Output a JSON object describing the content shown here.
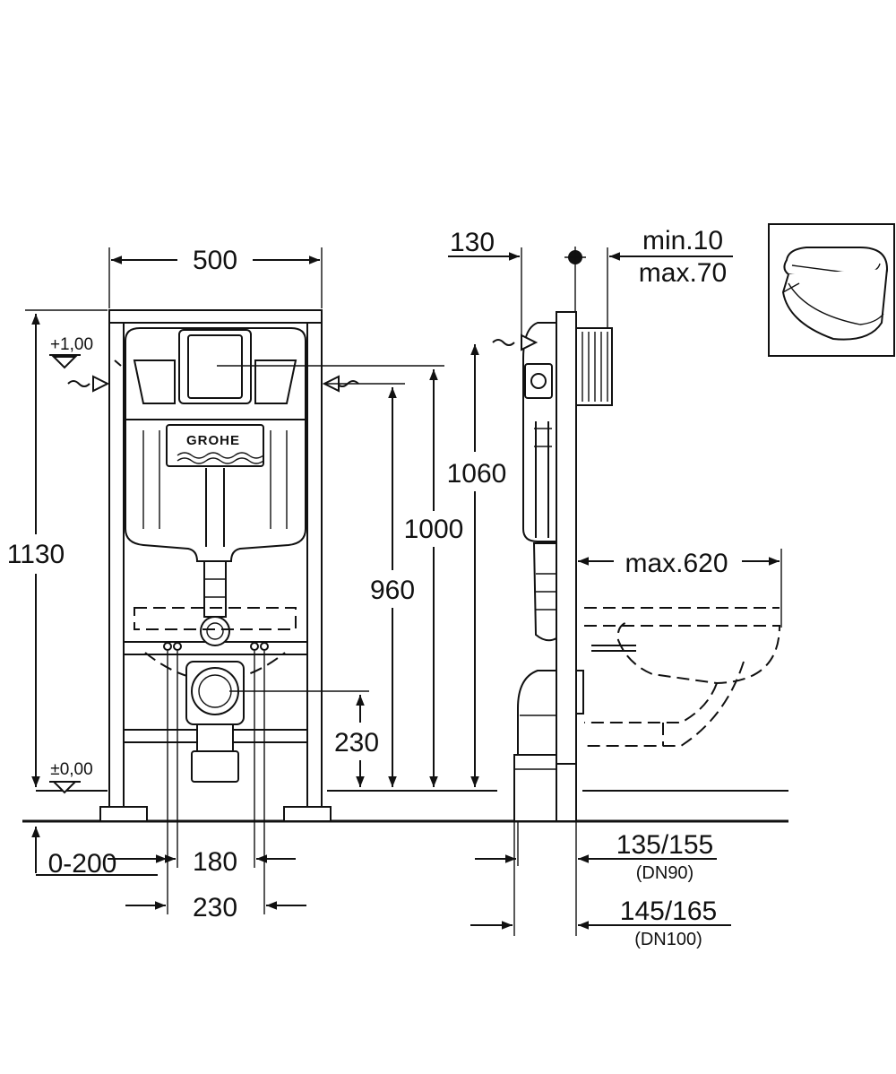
{
  "front_view": {
    "width_label": "500",
    "height_label": "1130",
    "level_top_label": "+1,00",
    "level_floor_label": "±0,00",
    "dim_1060": "1060",
    "dim_1000": "1000",
    "dim_960": "960",
    "dim_230_height": "230",
    "dim_0_200": "0-200",
    "dim_180": "180",
    "dim_230_width": "230",
    "brand_logo": "GROHE"
  },
  "side_view": {
    "dim_130": "130",
    "dim_min10": "min.10",
    "dim_max70": "max.70",
    "dim_max620": "max.620",
    "dim_135_155": "135/155",
    "dim_dn90": "(DN90)",
    "dim_145_165": "145/165",
    "dim_dn100": "(DN100)"
  },
  "thumbnail": {
    "icon": "wall-hung-toilet-icon"
  }
}
